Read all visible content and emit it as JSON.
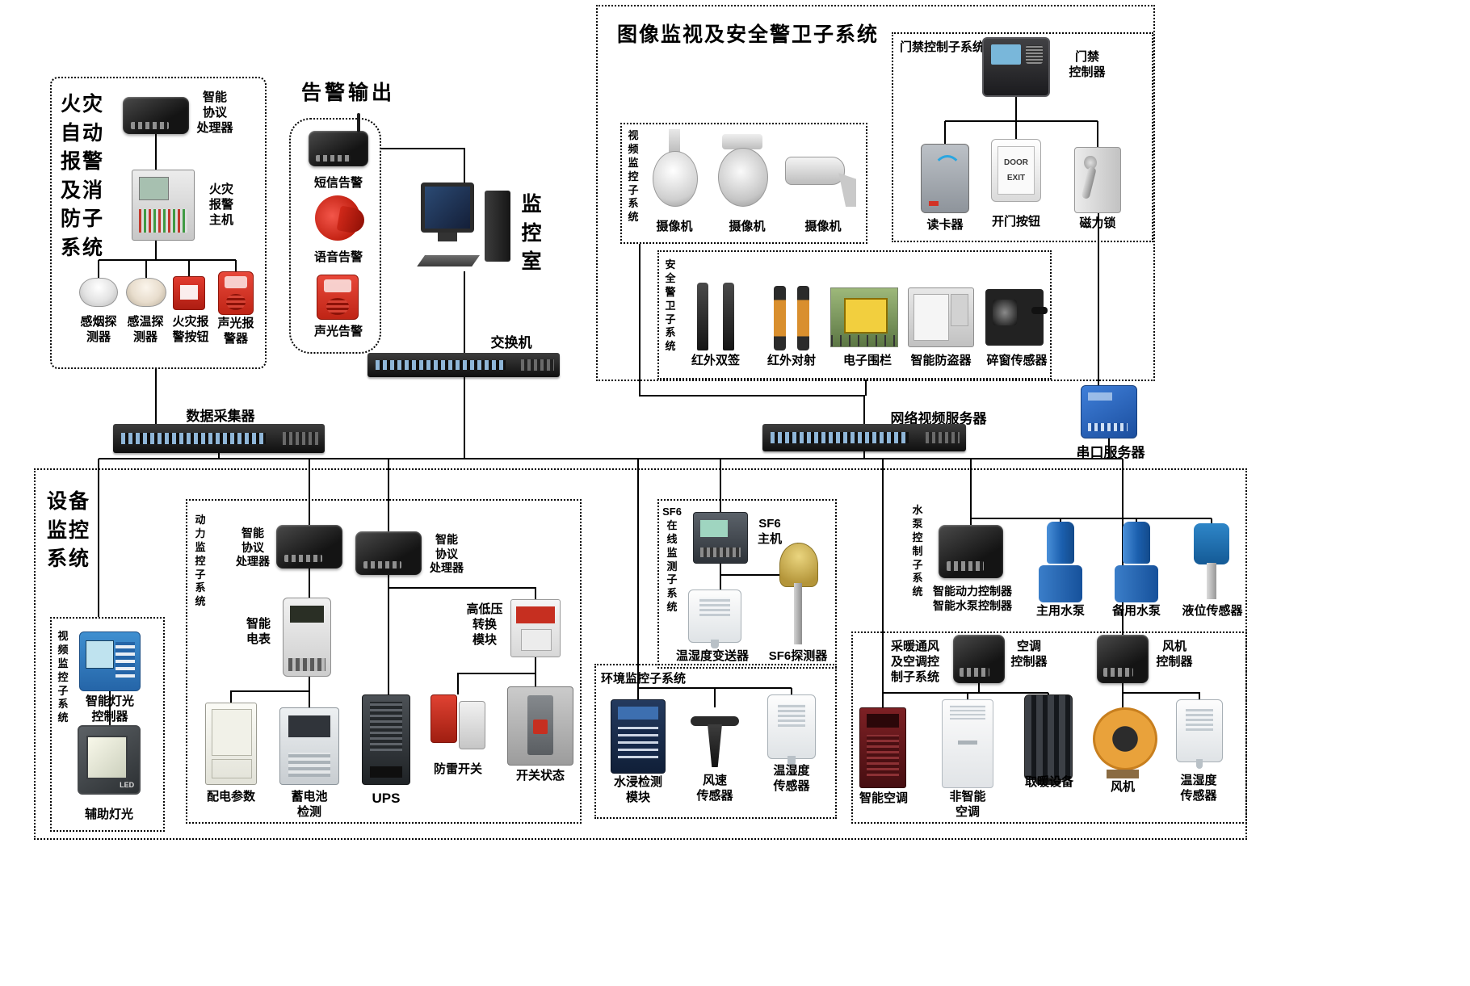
{
  "diagram": {
    "fire": {
      "title": "火灾\n自动\n报警\n及消\n防子\n系统",
      "pp": "智能\n协议\n处理器",
      "host": "火灾\n报警\n主机",
      "smoke": "感烟探\n测器",
      "temp": "感温探\n测器",
      "button": "火灾报\n警按钮",
      "sounder": "声光报\n警器"
    },
    "alarm": {
      "title": "告警输出",
      "sms": "短信告警",
      "voice": "语音告警",
      "sound_light": "声光告警"
    },
    "monitor_room": "监\n控\n室",
    "switch1": "交换机",
    "image_sec": {
      "title": "图像监视及安全警卫子系统",
      "access": {
        "title": "门禁控制子系统",
        "controller": "门禁\n控制器",
        "reader": "读卡器",
        "button": "开门按钮",
        "button_face": "DOOR\nEXIT",
        "lock": "磁力锁"
      },
      "video": {
        "title": "视\n频\n监\n控\n子\n系\n统",
        "cam1": "摄像机",
        "cam2": "摄像机",
        "cam3": "摄像机"
      },
      "guard": {
        "title": "安\n全\n警\n卫\n子\n系\n统",
        "ir_dual": "红外双签",
        "ir_beam": "红外对射",
        "fence": "电子围栏",
        "burglar": "智能防盗器",
        "window": "碎窗传感器"
      }
    },
    "collector": "数据采集器",
    "nvr": "网络视频服务器",
    "serial": "串口服务器",
    "equip": {
      "title": "设备\n监控\n系统",
      "video": {
        "title": "视\n频\n监\n控\n子\n系\n统",
        "light_ctrl": "智能灯光\n控制器",
        "aux_light": "辅助灯光",
        "led": "LED"
      },
      "power": {
        "title": "动\n力\n监\n控\n子\n系\n统",
        "pp1": "智能\n协议\n处理器",
        "pp2": "智能\n协议\n处理器",
        "meter": "智能\n电表",
        "hv": "高低压\n转换\n模块",
        "dist": "配电参数",
        "battery": "蓄电池\n检测",
        "ups": "UPS",
        "lightning": "防雷开关",
        "breaker": "开关状态"
      },
      "sf6": {
        "title": "SF6\n在\n线\n监\n测\n子\n系\n统",
        "host": "SF6\n主机",
        "transmitter": "温湿度变送器",
        "detector": "SF6探测器"
      },
      "env": {
        "title": "环境监控子系统",
        "water": "水浸检测\n模块",
        "wind": "风速\n传感器",
        "th": "温湿度\n传感器"
      },
      "pump": {
        "title": "水\n泵\n控\n制\n子\n系\n统",
        "controller": "智能动力控制器\n智能水泵控制器",
        "main": "主用水泵",
        "backup": "备用水泵",
        "level": "液位传感器"
      },
      "hvac": {
        "title": "采暖通风\n及空调控\n制子系统",
        "ac_ctrl": "空调\n控制器",
        "fan_ctrl": "风机\n控制器",
        "smart_ac": "智能空调",
        "ac": "非智能\n空调",
        "heater": "取暖设备",
        "fan": "风机",
        "th": "温湿度\n传感器"
      }
    }
  }
}
